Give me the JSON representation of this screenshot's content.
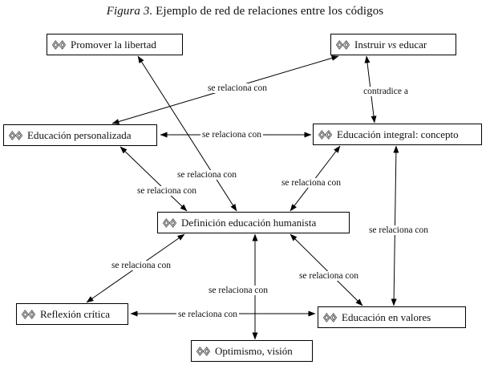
{
  "title": {
    "figure_label": "Figura 3.",
    "caption": " Ejemplo de red de relaciones entre los códigos"
  },
  "colors": {
    "background": "#ffffff",
    "line": "#000000",
    "node_border": "#000000",
    "text": "#111111"
  },
  "nodes": [
    {
      "label": "Promover la libertad"
    },
    {
      "label": "Instruir vs educar",
      "label_parts": [
        "Instruir ",
        "vs",
        " educar"
      ]
    },
    {
      "label": "Educación personalizada"
    },
    {
      "label": "Educación integral: concepto"
    },
    {
      "label": "Definición educación humanista"
    },
    {
      "label": "Reflexión crítica"
    },
    {
      "label": "Educación en valores"
    },
    {
      "label": "Optimismo, visión"
    }
  ],
  "edges": [
    {
      "from": "Educación personalizada",
      "to": "Instruir vs educar",
      "label": "se relaciona con"
    },
    {
      "from": "Instruir vs educar",
      "to": "Educación integral: concepto",
      "label": "contradice a"
    },
    {
      "from": "Educación personalizada",
      "to": "Educación integral: concepto",
      "label": "se relaciona con"
    },
    {
      "from": "Promover la libertad",
      "to": "Definición educación humanista",
      "label": "se relaciona con"
    },
    {
      "from": "Definición educación humanista",
      "to": "Educación integral: concepto",
      "label": "se relaciona con"
    },
    {
      "from": "Definición educación humanista",
      "to": "Educación personalizada",
      "label": "se relaciona con"
    },
    {
      "from": "Educación integral: concepto",
      "to": "Educación en valores",
      "label": "se relaciona con"
    },
    {
      "from": "Definición educación humanista",
      "to": "Reflexión crítica",
      "label": "se relaciona con"
    },
    {
      "from": "Definición educación humanista",
      "to": "Educación en valores",
      "label": "se relaciona con"
    },
    {
      "from": "Definición educación humanista",
      "to": "Optimismo, visión",
      "label": "se relaciona con"
    },
    {
      "from": "Reflexión crítica",
      "to": "Educación en valores",
      "label": "se relaciona con"
    }
  ]
}
